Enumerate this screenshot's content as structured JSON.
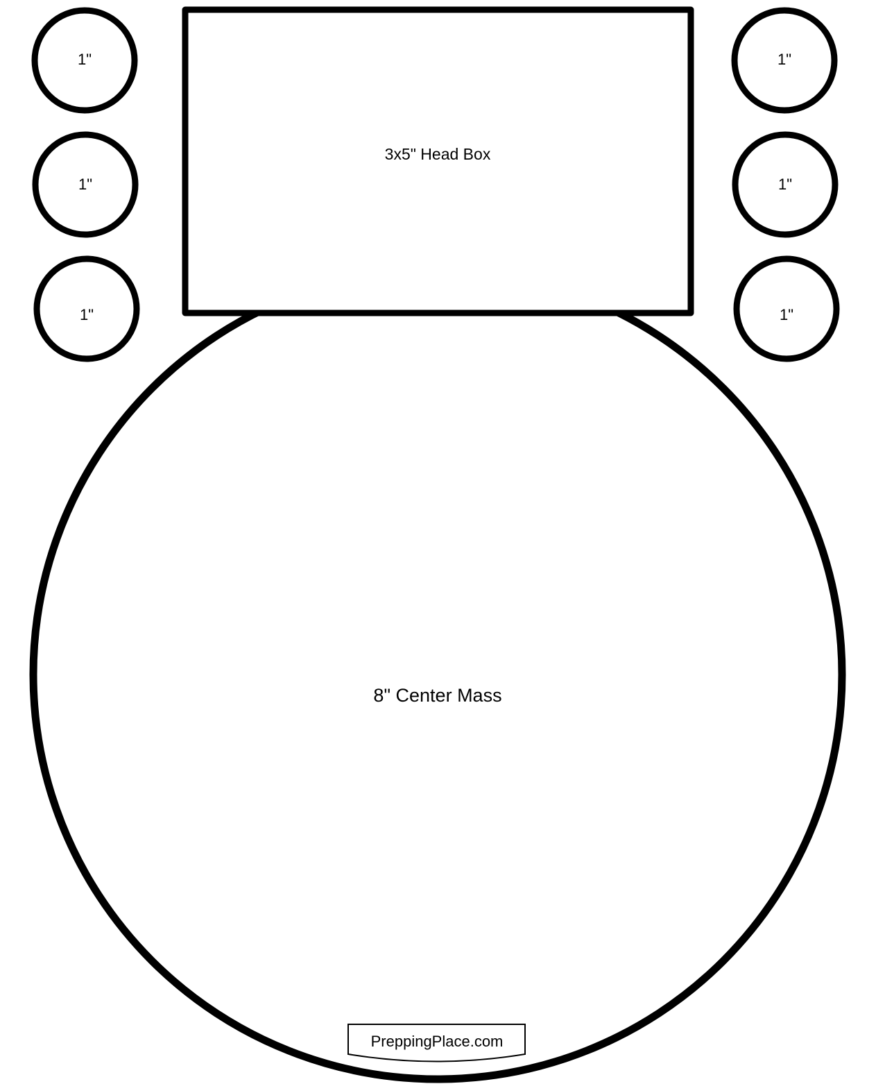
{
  "head_box": {
    "label": "3x5\" Head Box"
  },
  "center_mass": {
    "label": "8\" Center Mass"
  },
  "dots": [
    {
      "label": "1\""
    },
    {
      "label": "1\""
    },
    {
      "label": "1\""
    },
    {
      "label": "1\""
    },
    {
      "label": "1\""
    },
    {
      "label": "1\""
    }
  ],
  "watermark": {
    "text": "PreppingPlace.com"
  },
  "colors": {
    "stroke": "#000000",
    "background": "#ffffff"
  }
}
